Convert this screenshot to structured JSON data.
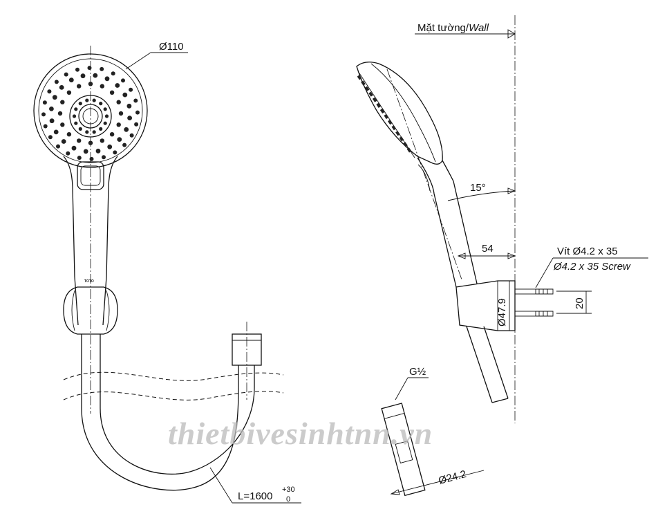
{
  "labels": {
    "head_diameter": "Ø110",
    "wall_prefix": "Mặt tường/",
    "wall_suffix": "Wall",
    "angle": "15°",
    "offset": "54",
    "screw_vn": "Vít Ø4.2 x 35",
    "screw_en": "Ø4.2 x 35 Screw",
    "screw_spacing": "20",
    "bracket_diameter": "Ø47.9",
    "thread": "G½",
    "hose_nut_diameter": "Ø24.2",
    "hose_length": "L=1600",
    "hose_tol_upper": "+30",
    "hose_tol_lower": "0",
    "brand_mark": "TOTO"
  },
  "watermark": "thietbivesinhtnn.vn"
}
